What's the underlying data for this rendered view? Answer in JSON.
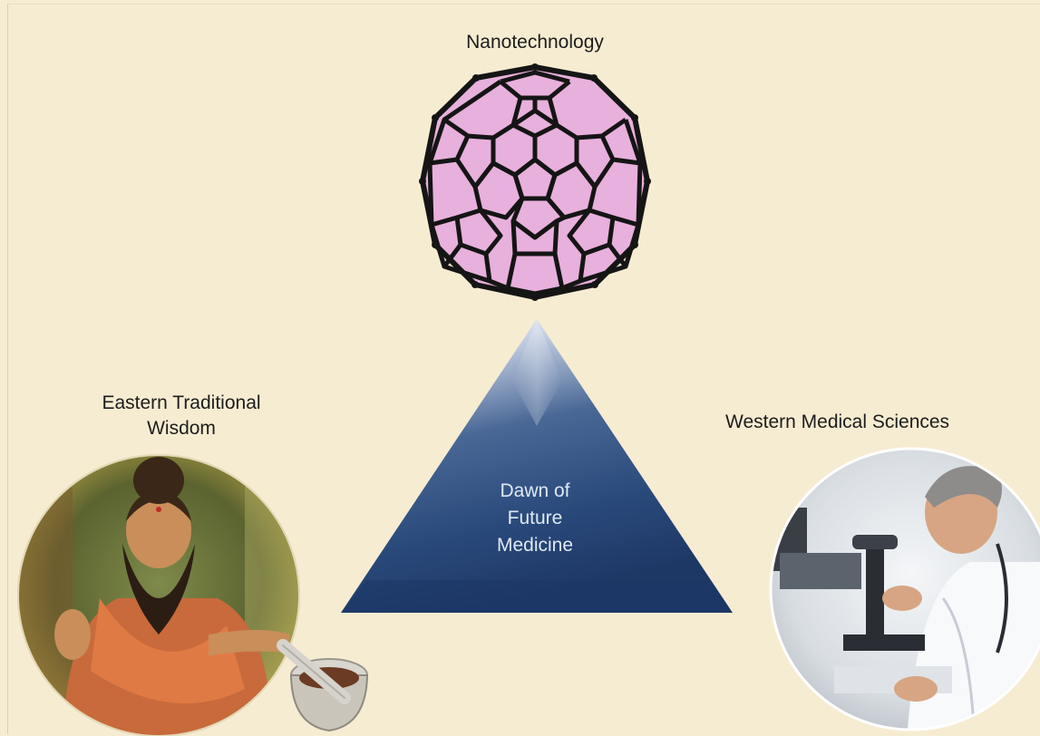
{
  "diagram": {
    "top_label": "Nanotechnology",
    "left_label_line1": "Eastern Traditional",
    "left_label_line2": "Wisdom",
    "right_label": "Western Medical Sciences",
    "center_line1": "Dawn of",
    "center_line2": "Future",
    "center_line3": "Medicine"
  },
  "colors": {
    "background": "#f6ecd2",
    "fullerene_fill": "#e8b0dc",
    "fullerene_stroke": "#151515",
    "triangle_dark": "#22406e",
    "triangle_light": "#eef1f7"
  }
}
